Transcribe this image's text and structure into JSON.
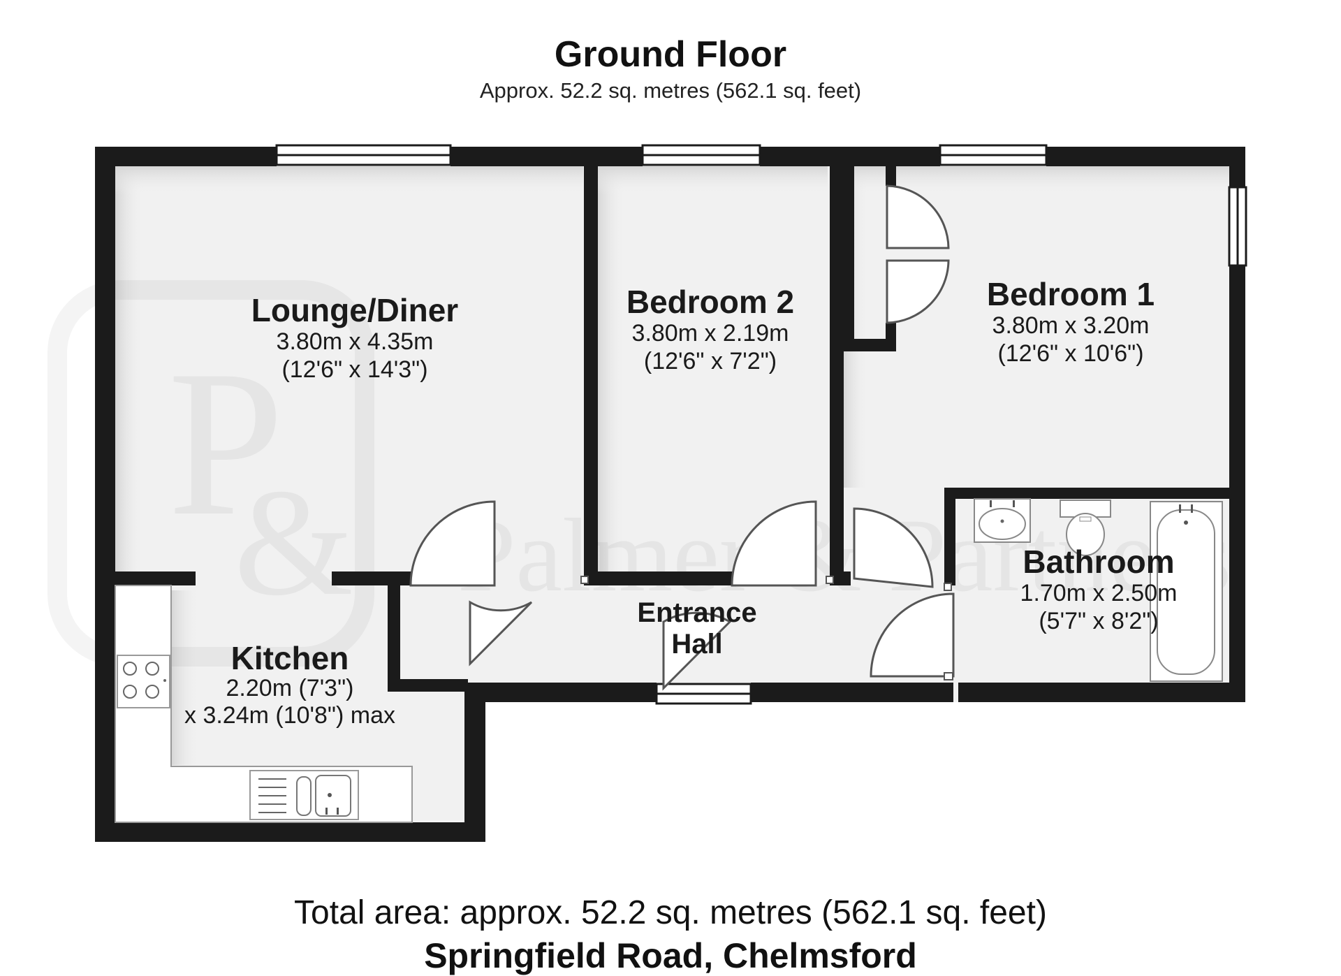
{
  "header": {
    "title": "Ground Floor",
    "area": "Approx. 52.2 sq. metres (562.1 sq. feet)"
  },
  "rooms": {
    "lounge": {
      "name": "Lounge/Diner",
      "metric": "3.80m x 4.35m",
      "imperial": "(12'6\" x 14'3\")"
    },
    "bedroom2": {
      "name": "Bedroom 2",
      "metric": "3.80m x 2.19m",
      "imperial": "(12'6\" x 7'2\")"
    },
    "bedroom1": {
      "name": "Bedroom 1",
      "metric": "3.80m x 3.20m",
      "imperial": "(12'6\" x 10'6\")"
    },
    "bathroom": {
      "name": "Bathroom",
      "metric": "1.70m x 2.50m",
      "imperial": "(5'7\" x 8'2\")"
    },
    "kitchen": {
      "name": "Kitchen",
      "line1": "2.20m (7'3\")",
      "line2": "x 3.24m (10'8\") max"
    },
    "hall": {
      "line1": "Entrance",
      "line2": "Hall"
    }
  },
  "footer": {
    "total": "Total area: approx. 52.2 sq. metres (562.1 sq. feet)",
    "address": "Springfield Road, Chelmsford"
  },
  "watermark": {
    "monogram_top": "P",
    "monogram_bottom": "&",
    "text": "Palmer & Partners"
  },
  "colors": {
    "wall": "#1b1b1b",
    "floor": "#f1f1f1",
    "fixture": "#ffffff"
  }
}
